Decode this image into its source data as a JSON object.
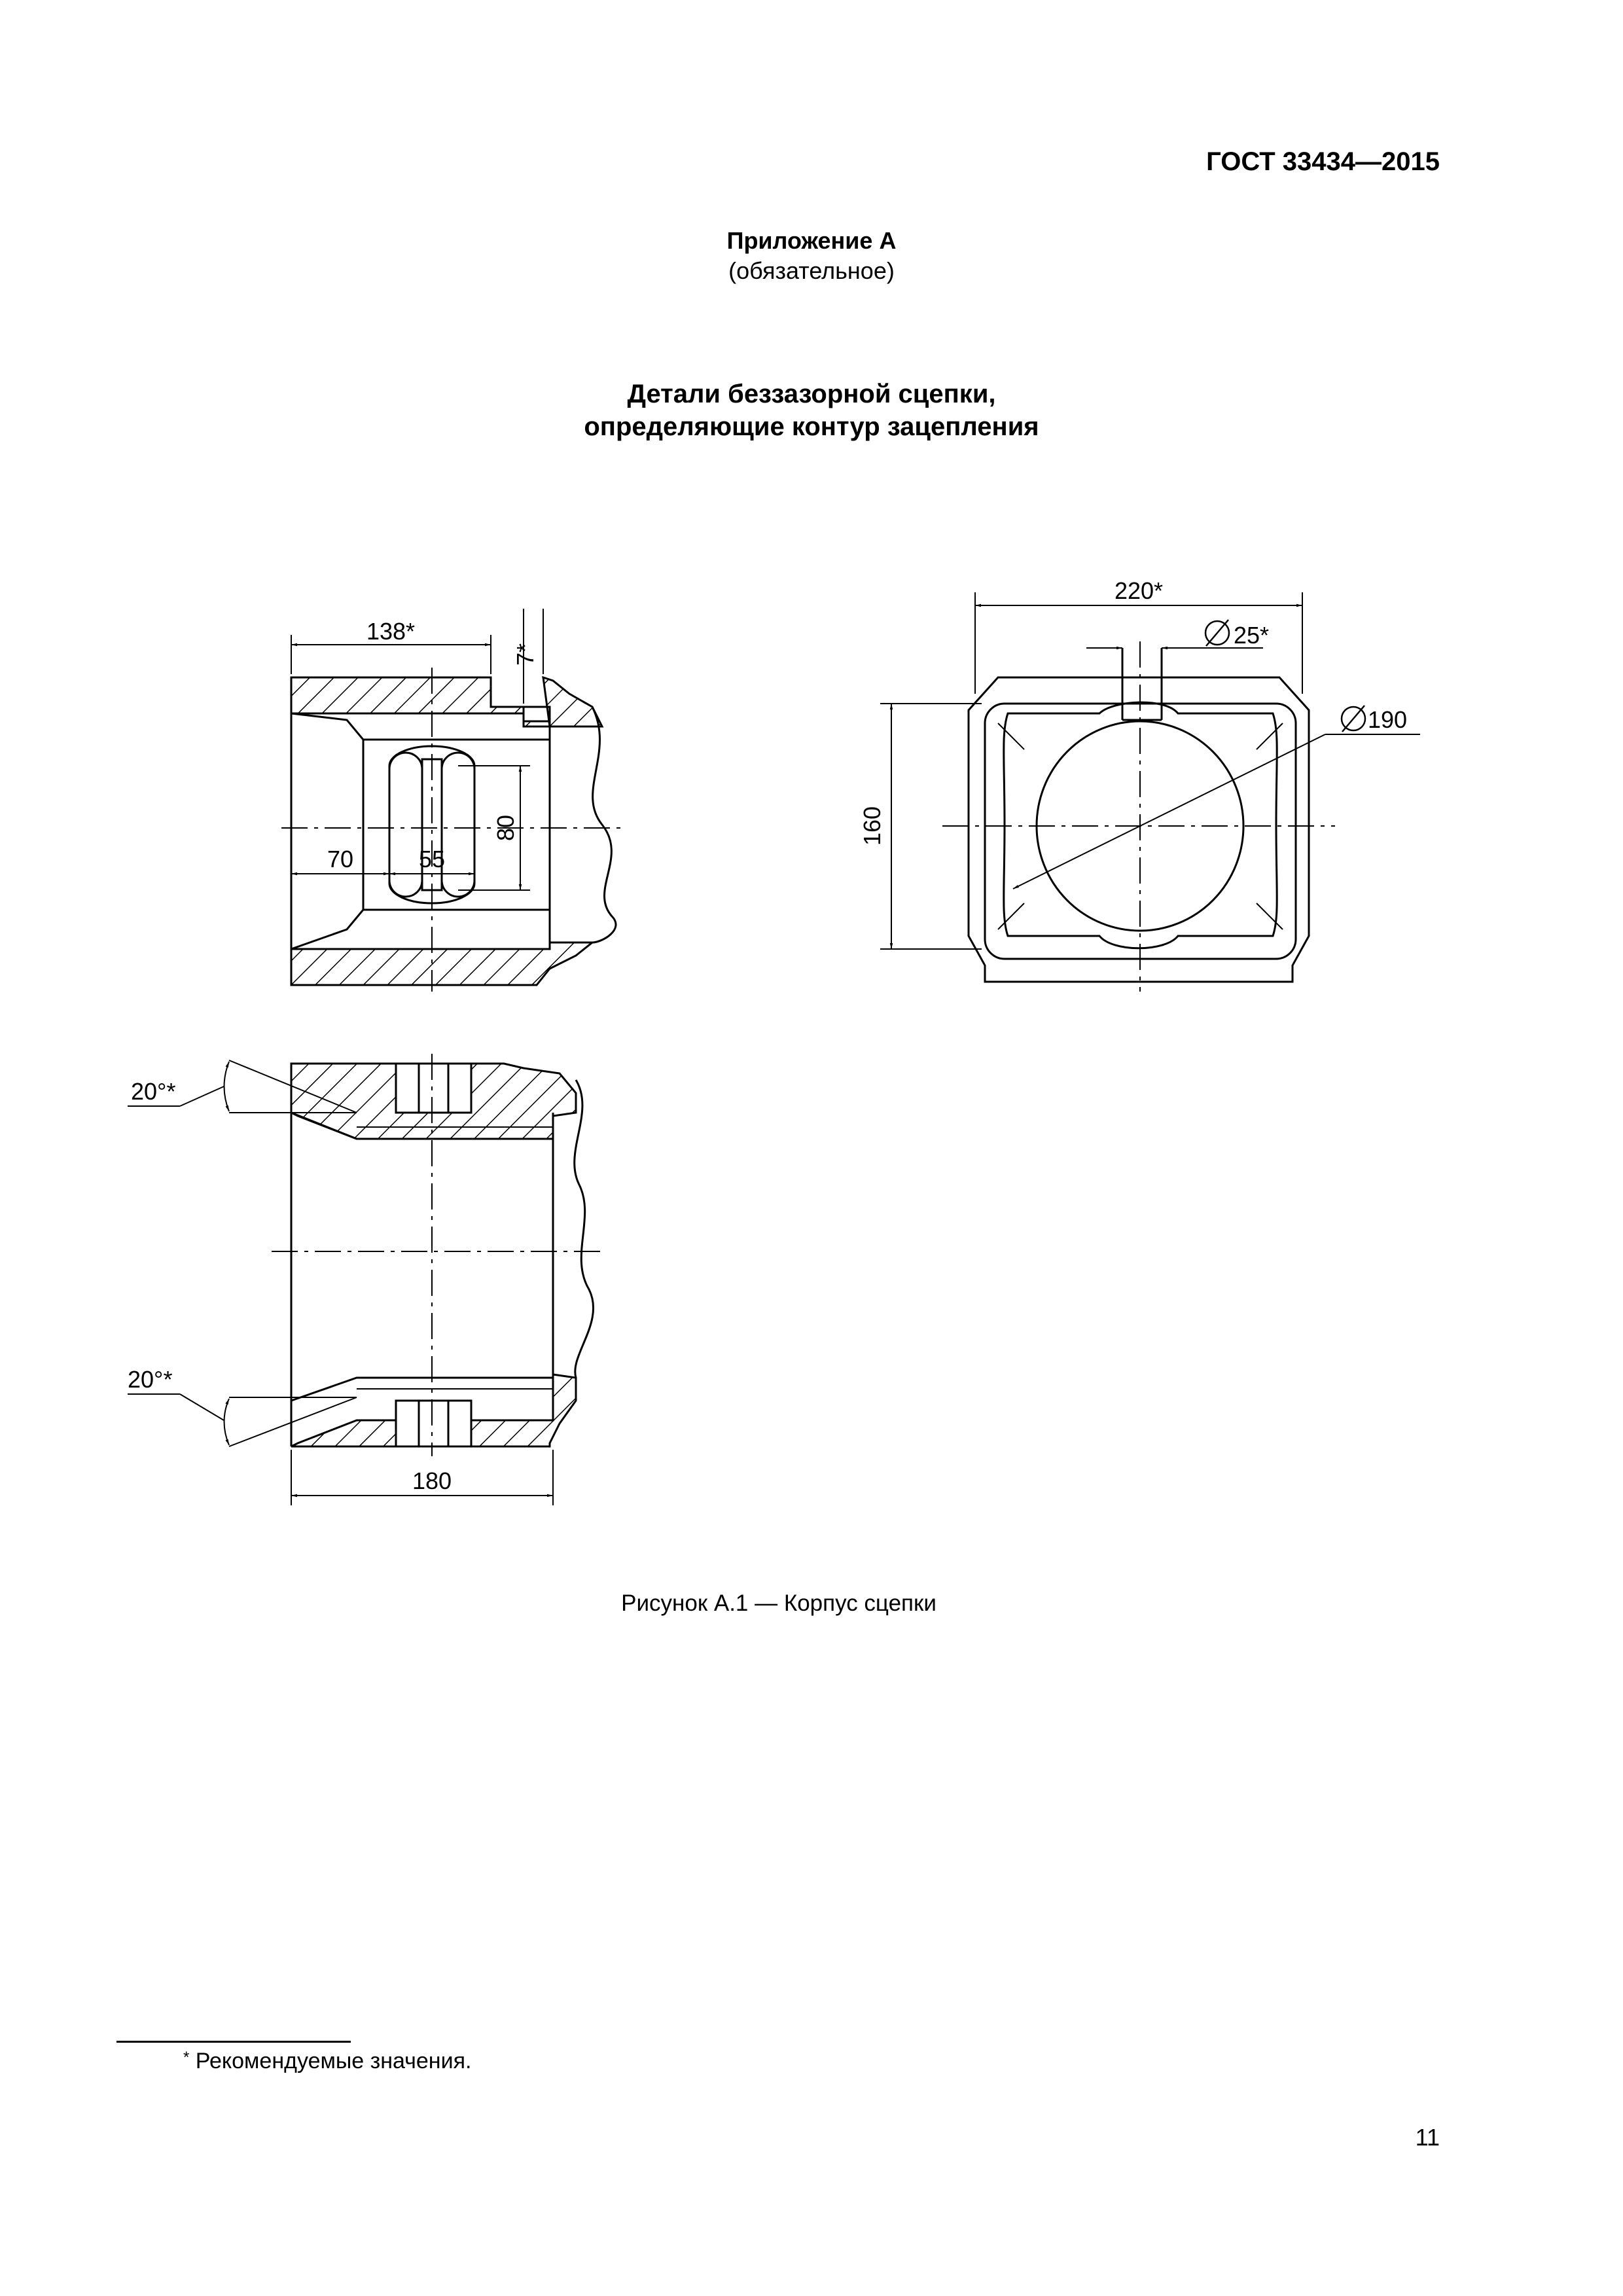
{
  "header": {
    "standard": "ГОСТ 33434—2015"
  },
  "annex": {
    "title": "Приложение А",
    "status": "(обязательное)"
  },
  "section": {
    "title_line1": "Детали беззазорной сцепки,",
    "title_line2": "определяющие контур зацепления"
  },
  "figure": {
    "caption": "Рисунок А.1 — Корпус сцепки",
    "dimensions": {
      "d138": "138*",
      "d7": "7*",
      "d70": "70",
      "d55": "55",
      "d80": "80",
      "d220": "220*",
      "d25": "25*",
      "d190": "190",
      "d160": "160",
      "a20_top": "20°*",
      "a20_bottom": "20°*",
      "d180": "180"
    }
  },
  "footnote": {
    "marker": "*",
    "text": "Рекомендуемые значения."
  },
  "page_number": "11"
}
